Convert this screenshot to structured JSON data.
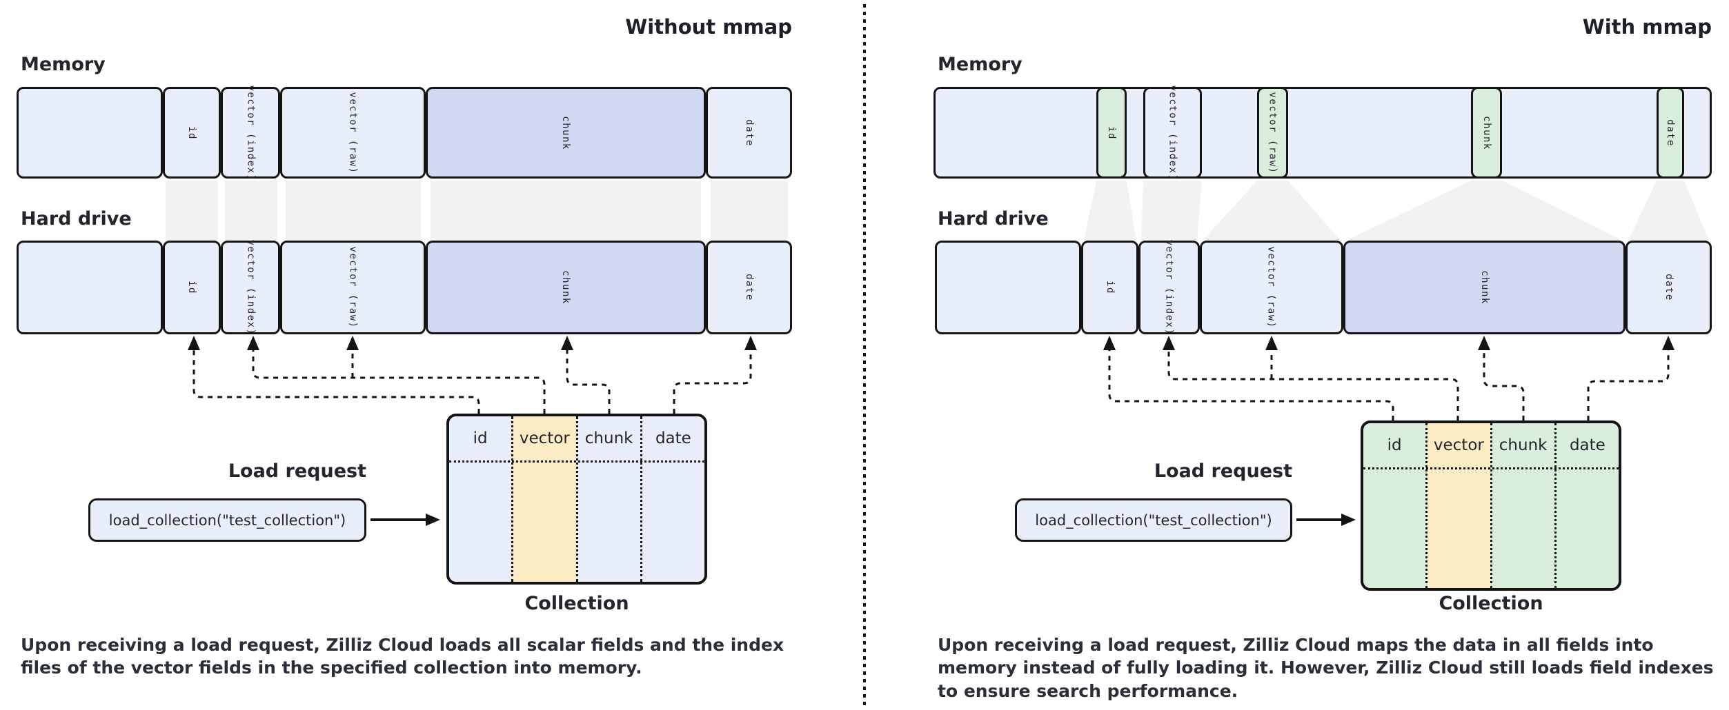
{
  "colors": {
    "field_blue": "#e9eefb",
    "chunk_purple": "#d1d8f2",
    "mmap_green": "#daeedd",
    "vector_yellow": "#fcecc5",
    "connector_gray": "#f2f2f3",
    "line_dark": "#141414"
  },
  "left": {
    "title": "Without mmap",
    "memory_label": "Memory",
    "hard_drive_label": "Hard drive",
    "memory_segments": [
      "",
      "id",
      "vector (index)",
      "vector (raw)",
      "chunk",
      "date"
    ],
    "hard_drive_segments": [
      "",
      "id",
      "vector (index)",
      "vector (raw)",
      "chunk",
      "date"
    ],
    "load_request_label": "Load request",
    "load_request_code": "load_collection(\"test_collection\")",
    "collection_label": "Collection",
    "collection_columns": [
      "id",
      "vector",
      "chunk",
      "date"
    ],
    "caption": "Upon receiving a load request, Zilliz Cloud loads all scalar fields and the index files of the vector fields in the specified collection into memory."
  },
  "right": {
    "title": "With mmap",
    "memory_label": "Memory",
    "hard_drive_label": "Hard drive",
    "memory_segments": [
      "",
      "id",
      "vector (index)",
      "vector (raw)",
      "chunk",
      "date"
    ],
    "hard_drive_segments": [
      "",
      "id",
      "vector (index)",
      "vector (raw)",
      "chunk",
      "date"
    ],
    "load_request_label": "Load request",
    "load_request_code": "load_collection(\"test_collection\")",
    "collection_label": "Collection",
    "collection_columns": [
      "id",
      "vector",
      "chunk",
      "date"
    ],
    "caption": "Upon receiving a load request, Zilliz Cloud maps the data in all fields into memory instead of fully loading it. However, Zilliz Cloud still loads field indexes to ensure search performance."
  }
}
